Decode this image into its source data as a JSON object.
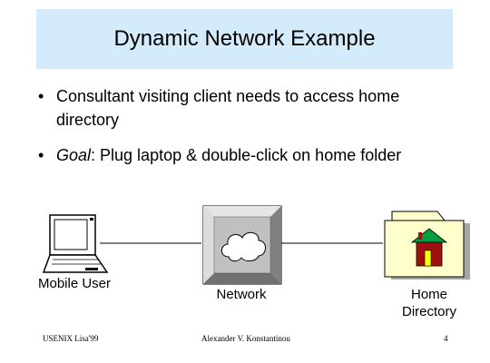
{
  "slide": {
    "title": "Dynamic Network Example",
    "bullets": [
      {
        "marker": "•",
        "text": "Consultant visiting client needs to access home directory"
      },
      {
        "marker": "•",
        "prefix_italic": "Goal",
        "text": ": Plug laptop & double-click on home folder"
      }
    ]
  },
  "diagram": {
    "nodes": [
      {
        "id": "laptop",
        "label": "Mobile User",
        "icon": "laptop-icon"
      },
      {
        "id": "network",
        "label": "Network",
        "icon": "cloud-icon"
      },
      {
        "id": "folder",
        "label_line1": "Home",
        "label_line2": "Directory",
        "icon": "house-folder-icon"
      }
    ],
    "colors": {
      "folder_fill": "#ffffcc",
      "house_roof": "#00a040",
      "house_body": "#a01010",
      "house_door": "#ffff00",
      "network_box": "#c0c0c0"
    }
  },
  "footer": {
    "left": "USENIX Lisa'99",
    "center": "Alexander V. Konstantinou",
    "right": "4"
  }
}
